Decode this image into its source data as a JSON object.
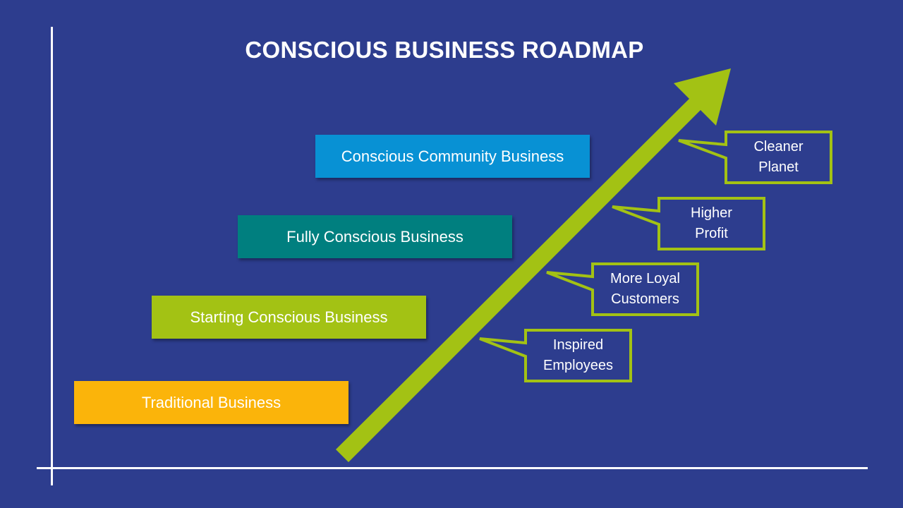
{
  "title": "CONSCIOUS BUSINESS ROADMAP",
  "colors": {
    "background": "#2d3d8e",
    "arrow": "#a3c214",
    "callout_border": "#a3c214",
    "axis": "#ffffff",
    "text": "#ffffff"
  },
  "stages": [
    {
      "label": "Traditional Business",
      "color": "#fbb40a"
    },
    {
      "label": "Starting Conscious Business",
      "color": "#a3c214"
    },
    {
      "label": "Fully Conscious Business",
      "color": "#007f7f"
    },
    {
      "label": "Conscious Community Business",
      "color": "#0891d4"
    }
  ],
  "benefits": [
    {
      "line1": "Inspired",
      "line2": "Employees"
    },
    {
      "line1": "More Loyal",
      "line2": "Customers"
    },
    {
      "line1": "Higher",
      "line2": "Profit"
    },
    {
      "line1": "Cleaner",
      "line2": "Planet"
    }
  ]
}
